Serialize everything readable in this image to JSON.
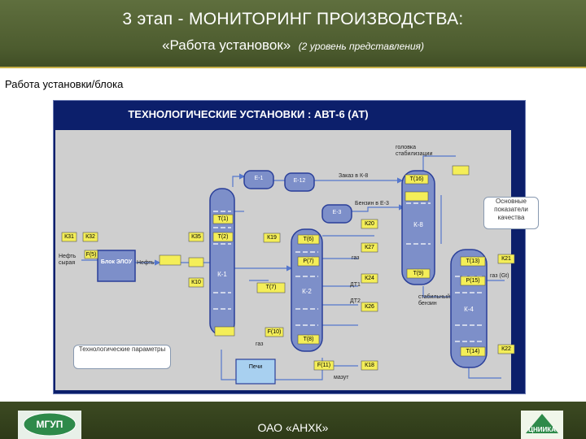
{
  "slide": {
    "title": "3 этап - МОНИТОРИНГ ПРОИЗВОДСТВА:",
    "subtitle": "«Работа установок»",
    "subtitle_note": "(2 уровень представления)",
    "section": "Работа установки/блока",
    "footer": "ОАО «АНХК»",
    "logo_left_text": "МГУП",
    "logo_right_text": "ЦНИИКА"
  },
  "diagram": {
    "title": "ТЕХНОЛОГИЧЕСКИЕ УСТАНОВКИ : АВТ-6 (АТ)",
    "vessels": {
      "e1": "Е-1",
      "e12": "Е-12",
      "e3": "Е-3",
      "k1": "К-1",
      "k2": "К-2",
      "k8": "К-8",
      "k4": "К-4",
      "block": "Блок ЭЛОУ"
    },
    "boxes": {
      "k31": "К31",
      "k32": "К32",
      "k35": "К35",
      "k10": "К10",
      "k19": "К19",
      "k20": "К20",
      "k27": "К27",
      "k24": "К24",
      "k26": "К26",
      "k21": "К21",
      "k22": "К22",
      "k18": "К18",
      "f5": "F(5)",
      "f10": "F(10)",
      "f11": "F(11)",
      "t1": "T(1)",
      "t2": "T(2)",
      "t6": "T(6)",
      "t7": "T(7)",
      "t8": "T(8)",
      "t16": "T(16)",
      "t9": "T(9)",
      "t13": "T(13)",
      "t14": "T(14)",
      "p7": "P(7)",
      "p15": "P(15)",
      "pech": "Печи"
    },
    "labels": {
      "neft": "Нефть сырая",
      "neft2": "Нефть",
      "gas1": "газ",
      "top_flow": "головка стабилизации",
      "zakaz": "Заказ в К-8",
      "bezin": "Бензин в Е-3",
      "gas2": "газ",
      "dt1": "ДТ1",
      "dt2": "ДТ2",
      "stab": "стабильный бензин",
      "mazut": "мазут",
      "side": "газ (Gt)"
    },
    "callout_quality": "Основные показатели качества",
    "callout_params": "Технологические параметры"
  }
}
